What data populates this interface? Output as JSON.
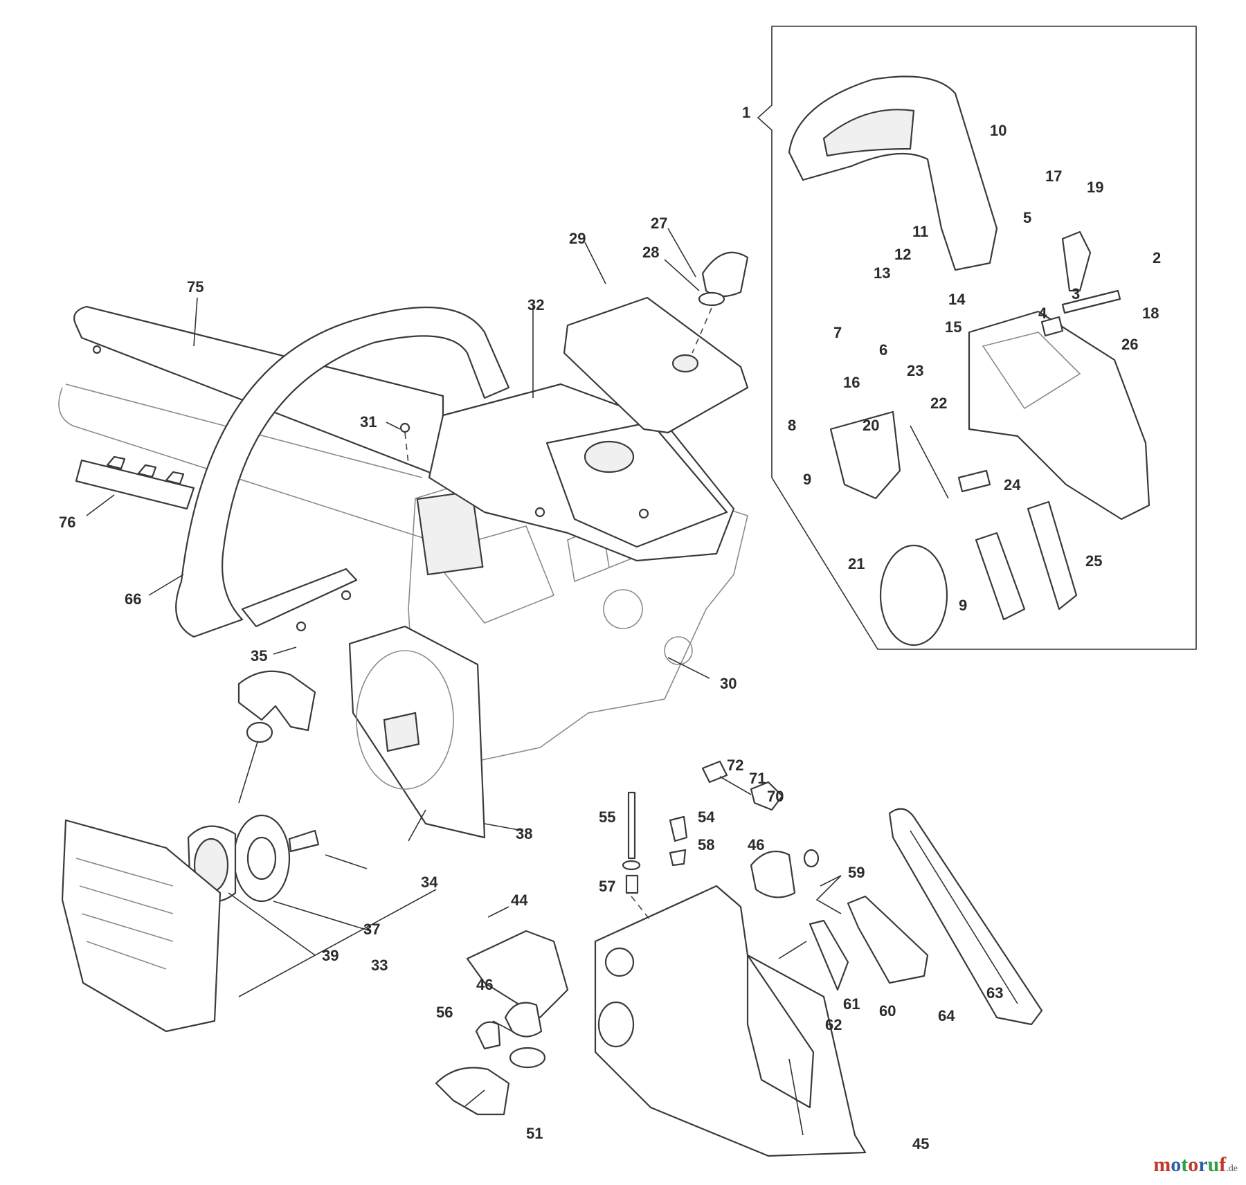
{
  "callouts": [
    "1",
    "2",
    "3",
    "4",
    "5",
    "6",
    "7",
    "8",
    "9",
    "9b",
    "10",
    "11",
    "12",
    "13",
    "14",
    "15",
    "16",
    "17",
    "18",
    "19",
    "20",
    "21",
    "22",
    "23",
    "24",
    "25",
    "26",
    "27",
    "28",
    "29",
    "30",
    "31",
    "32",
    "33",
    "34",
    "35",
    "37",
    "38",
    "39",
    "44",
    "45",
    "46",
    "46b",
    "51",
    "54",
    "55",
    "56",
    "57",
    "58",
    "59",
    "60",
    "61",
    "62",
    "63",
    "64",
    "66",
    "70",
    "71",
    "72",
    "75",
    "76"
  ],
  "labels": {
    "1": "1",
    "2": "2",
    "3": "3",
    "4": "4",
    "5": "5",
    "6": "6",
    "7": "7",
    "8": "8",
    "9": "9",
    "9b": "9",
    "10": "10",
    "11": "11",
    "12": "12",
    "13": "13",
    "14": "14",
    "15": "15",
    "16": "16",
    "17": "17",
    "18": "18",
    "19": "19",
    "20": "20",
    "21": "21",
    "22": "22",
    "23": "23",
    "24": "24",
    "25": "25",
    "26": "26",
    "27": "27",
    "28": "28",
    "29": "29",
    "30": "30",
    "31": "31",
    "32": "32",
    "33": "33",
    "34": "34",
    "35": "35",
    "37": "37",
    "38": "38",
    "39": "39",
    "44": "44",
    "45": "45",
    "46": "46",
    "46b": "46",
    "51": "51",
    "54": "54",
    "55": "55",
    "56": "56",
    "57": "57",
    "58": "58",
    "59": "59",
    "60": "60",
    "61": "61",
    "62": "62",
    "63": "63",
    "64": "64",
    "66": "66",
    "70": "70",
    "71": "71",
    "72": "72",
    "75": "75",
    "76": "76"
  },
  "watermark": {
    "brand": "motoruf",
    "suffix": ".de",
    "colors": [
      "#c0392b",
      "#2d5fa8",
      "#2e9e44"
    ]
  }
}
